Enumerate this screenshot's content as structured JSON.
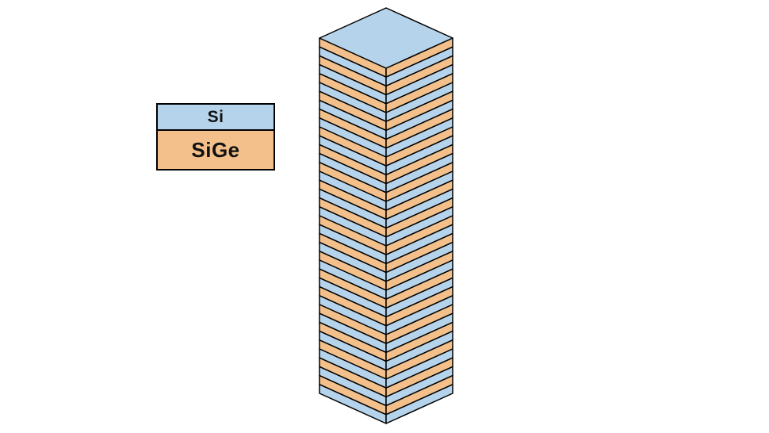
{
  "diagram": {
    "legend": {
      "items": [
        {
          "id": "si",
          "label": "Si",
          "color": "#b5d4ec"
        },
        {
          "id": "sige",
          "label": "SiGe",
          "color": "#f3c08b"
        }
      ]
    },
    "pillar": {
      "description": "isometric superlattice pillar of alternating layers",
      "num_periods": 20,
      "layer_order_top_to_bottom": [
        "SiGe",
        "Si"
      ],
      "top_face_material": "Si",
      "colors": {
        "Si": "#b5d4ec",
        "SiGe": "#f3c08b"
      },
      "outline_color": "#000000"
    }
  }
}
